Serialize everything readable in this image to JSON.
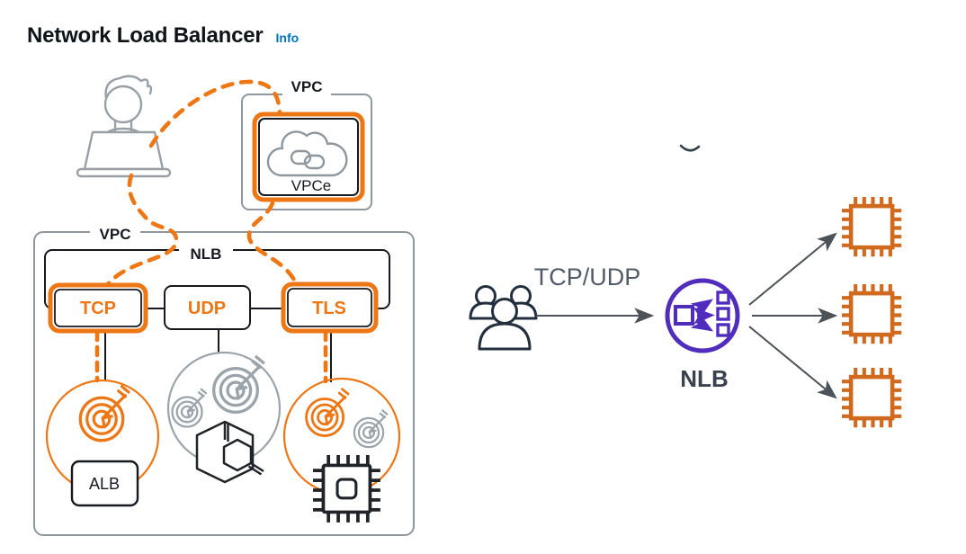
{
  "header": {
    "title": "Network Load Balancer",
    "info_label": "Info"
  },
  "left_diagram": {
    "user_icon": "person-at-laptop-icon",
    "top_vpc": {
      "label": "VPC",
      "endpoint_label": "VPCe",
      "endpoint_icon": "vpc-endpoint-cloud-link-icon"
    },
    "main_vpc": {
      "label": "VPC"
    },
    "nlb_group": {
      "label": "NLB"
    },
    "listeners": [
      {
        "label": "TCP",
        "highlighted": true
      },
      {
        "label": "UDP",
        "highlighted": false
      },
      {
        "label": "TLS",
        "highlighted": true
      }
    ],
    "target_groups": [
      {
        "name": "alb-target-group",
        "label": "ALB",
        "icons": [
          "bullseye-target-icon"
        ]
      },
      {
        "name": "hexagon-target-group",
        "icons": [
          "bullseye-target-icon",
          "bullseye-target-icon",
          "hexagon-container-icon"
        ]
      },
      {
        "name": "instance-target-group",
        "icons": [
          "bullseye-target-icon",
          "bullseye-target-icon",
          "cpu-chip-icon"
        ]
      }
    ]
  },
  "right_diagram": {
    "users_icon": "users-icon",
    "protocol_label": "TCP/UDP",
    "nlb_label": "NLB",
    "nlb_icon": "network-load-balancer-icon",
    "target_icons": [
      "chip-icon",
      "chip-icon",
      "chip-icon"
    ]
  },
  "colors": {
    "accent_orange": "#ED7615",
    "chip_orange": "#CF6A1E",
    "nlb_purple": "#512DBE",
    "dark": "#16191F",
    "navy": "#232F3E",
    "diagram_gray": "#8E979E",
    "link_blue": "#0073BB",
    "arrow_gray": "#4C5258",
    "label_gray": "#515C68"
  }
}
